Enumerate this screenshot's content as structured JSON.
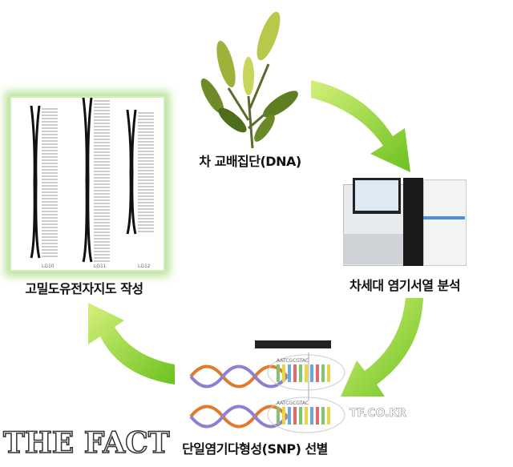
{
  "steps": [
    {
      "label": "차 교배집단(DNA)",
      "icon": "tea-plant"
    },
    {
      "label": "차세대 염기서열 분석",
      "icon": "sequencer-machine"
    },
    {
      "label": "단일염기다형성(SNP) 선별",
      "icon": "dna-helix"
    },
    {
      "label": "고밀도유전자지도 작성",
      "icon": "genetic-map"
    }
  ],
  "map_groups": [
    "LG10",
    "LG11",
    "LG12"
  ],
  "sequence_text": "AATCGCGTAC",
  "watermark": {
    "main": "THE FACT",
    "sub": "TF.CO.KR"
  },
  "colors": {
    "arrow": "#8fd22e",
    "glow": "#b9e49a"
  }
}
